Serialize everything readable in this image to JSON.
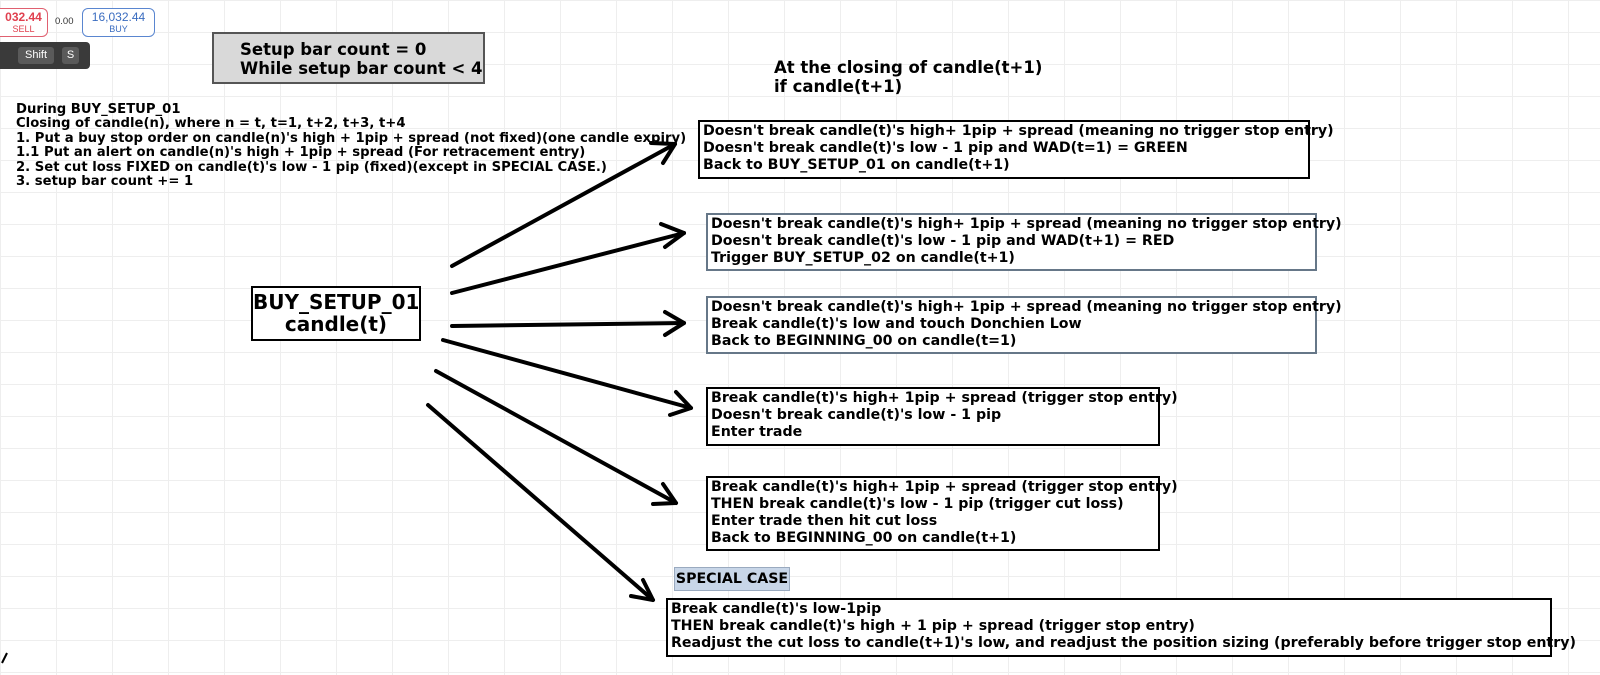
{
  "trade_widget": {
    "sell_price": "032.44",
    "sell_label": "SELL",
    "spread": "0.00",
    "buy_price": "16,032.44",
    "buy_label": "BUY",
    "keys": [
      "Shift",
      "S"
    ]
  },
  "setup_box": {
    "lines": [
      "Setup bar count = 0",
      "While setup bar count < 4"
    ]
  },
  "notes": {
    "lines": [
      "During BUY_SETUP_01",
      "Closing of candle(n), where n = t, t=1, t+2, t+3, t+4",
      "1. Put a buy stop order on candle(n)'s high + 1pip + spread (not fixed)(one candle expiry)",
      "1.1 Put an alert on candle(n)'s high + 1pip + spread (For retracement entry)",
      "2. Set cut loss FIXED on candle(t)'s low - 1 pip (fixed)(except in SPECIAL CASE.)",
      "3. setup bar count += 1"
    ]
  },
  "closing_header": {
    "lines": [
      "At the closing of candle(t+1)",
      "if candle(t+1)"
    ]
  },
  "main_node": {
    "lines": [
      "BUY_SETUP_01",
      "candle(t)"
    ]
  },
  "outcomes": [
    {
      "lines": [
        "Doesn't break candle(t)'s high+ 1pip + spread (meaning no trigger stop entry)",
        "Doesn't break candle(t)'s low - 1 pip and WAD(t=1) = GREEN",
        "Back to BUY_SETUP_01 on candle(t+1)"
      ]
    },
    {
      "lines": [
        "Doesn't break candle(t)'s high+ 1pip + spread (meaning no trigger stop entry)",
        "Doesn't break candle(t)'s low - 1 pip and WAD(t+1) = RED",
        "Trigger BUY_SETUP_02 on candle(t+1)"
      ]
    },
    {
      "lines": [
        "Doesn't break candle(t)'s high+ 1pip + spread (meaning no trigger stop entry)",
        "Break candle(t)'s low and touch Donchien Low",
        "Back to BEGINNING_00 on candle(t=1)"
      ]
    },
    {
      "lines": [
        "Break candle(t)'s high+ 1pip + spread (trigger stop entry)",
        "Doesn't break candle(t)'s low - 1 pip",
        "Enter trade"
      ]
    },
    {
      "lines": [
        "Break candle(t)'s high+ 1pip + spread (trigger stop entry)",
        "THEN break candle(t)'s low - 1 pip (trigger cut loss)",
        "Enter trade then hit cut loss",
        "Back to BEGINNING_00 on candle(t+1)"
      ]
    },
    {
      "lines": [
        "Break candle(t)'s low-1pip",
        "THEN break candle(t)'s high + 1 pip + spread (trigger stop entry)",
        "Readjust the cut loss to candle(t+1)'s low, and readjust the position sizing (preferably before trigger stop entry)"
      ]
    }
  ],
  "special_case_label": "SPECIAL CASE",
  "colors": {
    "sell": "#e0404f",
    "buy": "#3a6cc0",
    "setup_box_fill": "#d9d9d9",
    "special_label_fill": "#c8d6e8"
  }
}
